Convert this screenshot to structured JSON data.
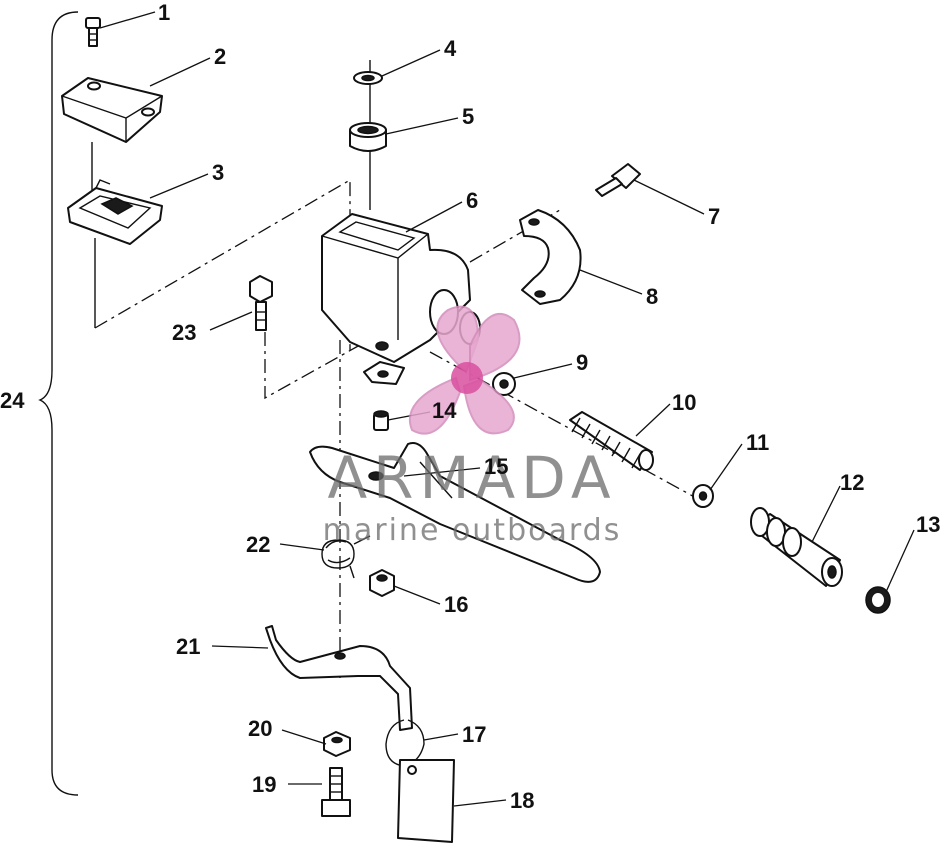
{
  "diagram": {
    "callouts": [
      "1",
      "2",
      "3",
      "4",
      "5",
      "6",
      "7",
      "8",
      "9",
      "10",
      "11",
      "12",
      "13",
      "14",
      "15",
      "16",
      "17",
      "18",
      "19",
      "20",
      "21",
      "22",
      "23",
      "24"
    ]
  },
  "watermark": {
    "brand": "ARMADA",
    "tagline": "marine outboards"
  },
  "colors": {
    "line": "#111111",
    "watermark_logo": "#e7a8cf",
    "watermark_text": "#6b6b6b"
  }
}
